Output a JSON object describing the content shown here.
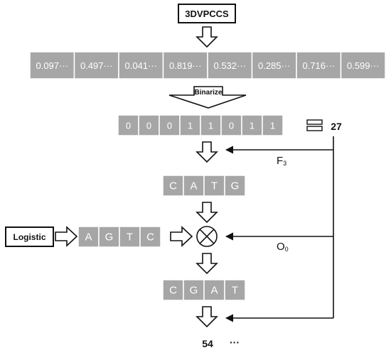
{
  "source_label": "3DVPCCS",
  "float_values": [
    "0.097···",
    "0.497···",
    "0.041···",
    "0.819···",
    "0.532···",
    "0.285···",
    "0.716···",
    "0.599···"
  ],
  "binarize_label": "Binarize",
  "bits": [
    "0",
    "0",
    "0",
    "1",
    "1",
    "0",
    "1",
    "1"
  ],
  "decimal_value": "27",
  "rule_label": "F",
  "rule_index": "3",
  "dna_sequence_1": [
    "C",
    "A",
    "T",
    "G"
  ],
  "logistic_label": "Logistic",
  "logistic_sequence": [
    "A",
    "G",
    "T",
    "C"
  ],
  "operation_label": "O",
  "operation_index": "0",
  "dna_sequence_2": [
    "C",
    "G",
    "A",
    "T"
  ],
  "next_value": "54",
  "continuation": "···",
  "colors": {
    "cell_fill": "#a6a6a6",
    "cell_border": "#ffffff",
    "line": "#111111"
  }
}
